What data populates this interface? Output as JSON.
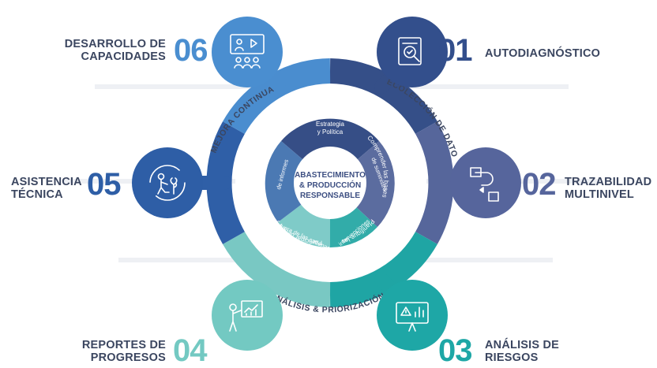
{
  "center": {
    "line1": "ABASTECIMIENTO",
    "line2": "& PRODUCCIÓN",
    "line3": "RESPONSABLE"
  },
  "inner_segments": [
    {
      "l1": "Estrategia",
      "l2": "y Política",
      "l3": "",
      "color": "#364e86"
    },
    {
      "l1": "Comprender las bases",
      "l2": "de suministro",
      "l3": "",
      "color": "#5b6c9f"
    },
    {
      "l1": "Planifique las",
      "l2": "intervenciones",
      "l3": "",
      "color": "#32aca9"
    },
    {
      "l1": "Participar dentro y",
      "l2": "fuera de las cadenas",
      "l3": "de suministro",
      "color": "#7fcbc8"
    },
    {
      "l1": "Monitoreo y presentación",
      "l2": "de informes",
      "l3": "",
      "color": "#4b79b3"
    }
  ],
  "arc_labels": {
    "top_left": "MEJORA CONTINUA",
    "top_right": "RECOLECCIÓN DE DATOS",
    "bottom": "ANÁLISIS & PRIORIZACIÓN"
  },
  "steps": [
    {
      "number": "01",
      "label_l1": "AUTODIAGNÓSTICO",
      "label_l2": "",
      "color": "#334f8c",
      "icon": "document-search-icon"
    },
    {
      "number": "02",
      "label_l1": "TRAZABILIDAD",
      "label_l2": "MULTINIVEL",
      "color": "#56659c",
      "icon": "traceability-icon"
    },
    {
      "number": "03",
      "label_l1": "ANÁLISIS DE",
      "label_l2": "RIESGOS",
      "color": "#1ea7a6",
      "icon": "risk-board-icon"
    },
    {
      "number": "04",
      "label_l1": "REPORTES DE",
      "label_l2": "PROGRESOS",
      "color": "#73c9c2",
      "icon": "presentation-icon"
    },
    {
      "number": "05",
      "label_l1": "ASISTENCIA",
      "label_l2": "TÉCNICA",
      "color": "#2e5ea6",
      "icon": "technical-assistance-icon"
    },
    {
      "number": "06",
      "label_l1": "DESARROLLO DE",
      "label_l2": "CAPACIDADES",
      "color": "#4a8ed0",
      "icon": "training-icon"
    }
  ]
}
